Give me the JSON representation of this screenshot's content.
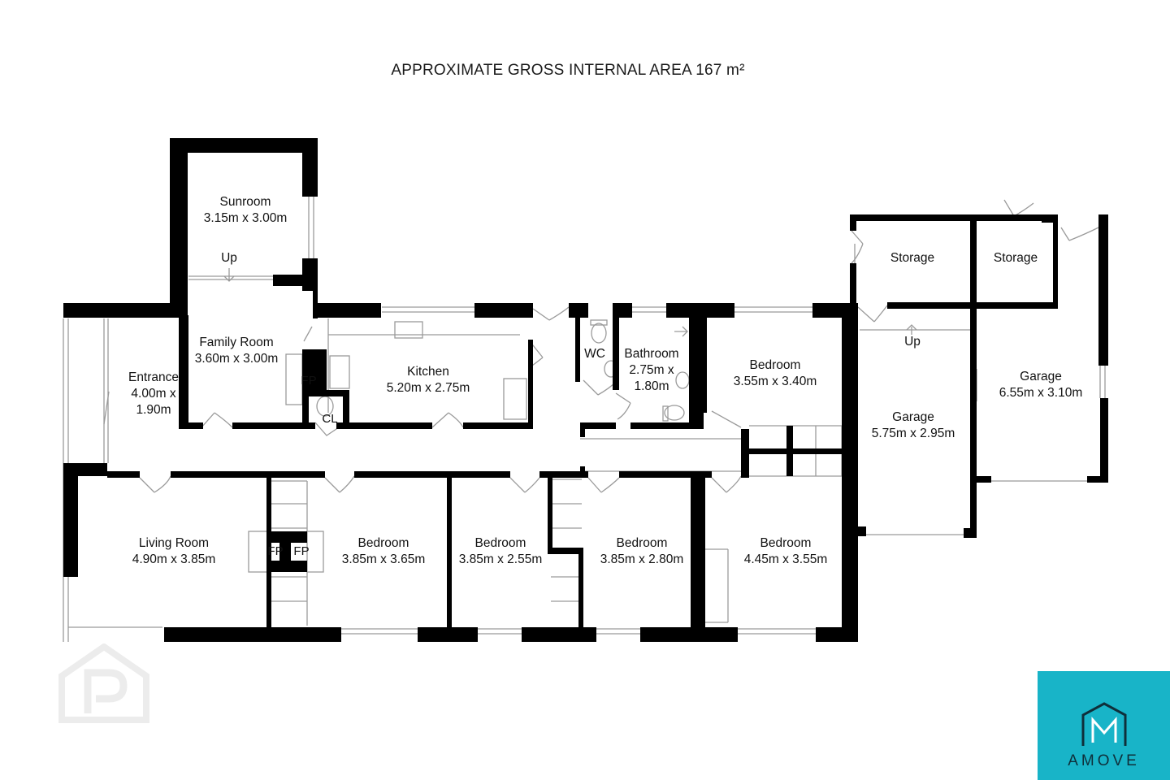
{
  "title": "APPROXIMATE GROSS INTERNAL AREA 167 m²",
  "rooms": {
    "sunroom": {
      "name": "Sunroom",
      "size": "3.15m x 3.00m"
    },
    "family": {
      "name": "Family Room",
      "size": "3.60m x 3.00m"
    },
    "entrance": {
      "name": "Entrance",
      "size1": "4.00m x",
      "size2": "1.90m"
    },
    "kitchen": {
      "name": "Kitchen",
      "size": "5.20m x 2.75m"
    },
    "bathroom": {
      "name": "Bathroom",
      "size1": "2.75m x",
      "size2": "1.80m"
    },
    "bedroom_ne": {
      "name": "Bedroom",
      "size": "3.55m x 3.40m"
    },
    "storage1": {
      "name": "Storage"
    },
    "storage2": {
      "name": "Storage"
    },
    "garage1": {
      "name": "Garage",
      "size": "5.75m x 2.95m"
    },
    "garage2": {
      "name": "Garage",
      "size": "6.55m x 3.10m"
    },
    "living": {
      "name": "Living Room",
      "size": "4.90m x 3.85m"
    },
    "bed1": {
      "name": "Bedroom",
      "size": "3.85m x 3.65m"
    },
    "bed2": {
      "name": "Bedroom",
      "size": "3.85m x 2.55m"
    },
    "bed3": {
      "name": "Bedroom",
      "size": "3.85m x 2.80m"
    },
    "bed4": {
      "name": "Bedroom",
      "size": "4.45m x 3.55m"
    }
  },
  "marks": {
    "wc": "WC",
    "cl": "CL",
    "fp": "FP",
    "up": "Up"
  },
  "brand": {
    "word": "AMOVE",
    "color": "#18b4c8"
  },
  "watermark": {
    "icon": "property-pal-watermark-icon"
  }
}
